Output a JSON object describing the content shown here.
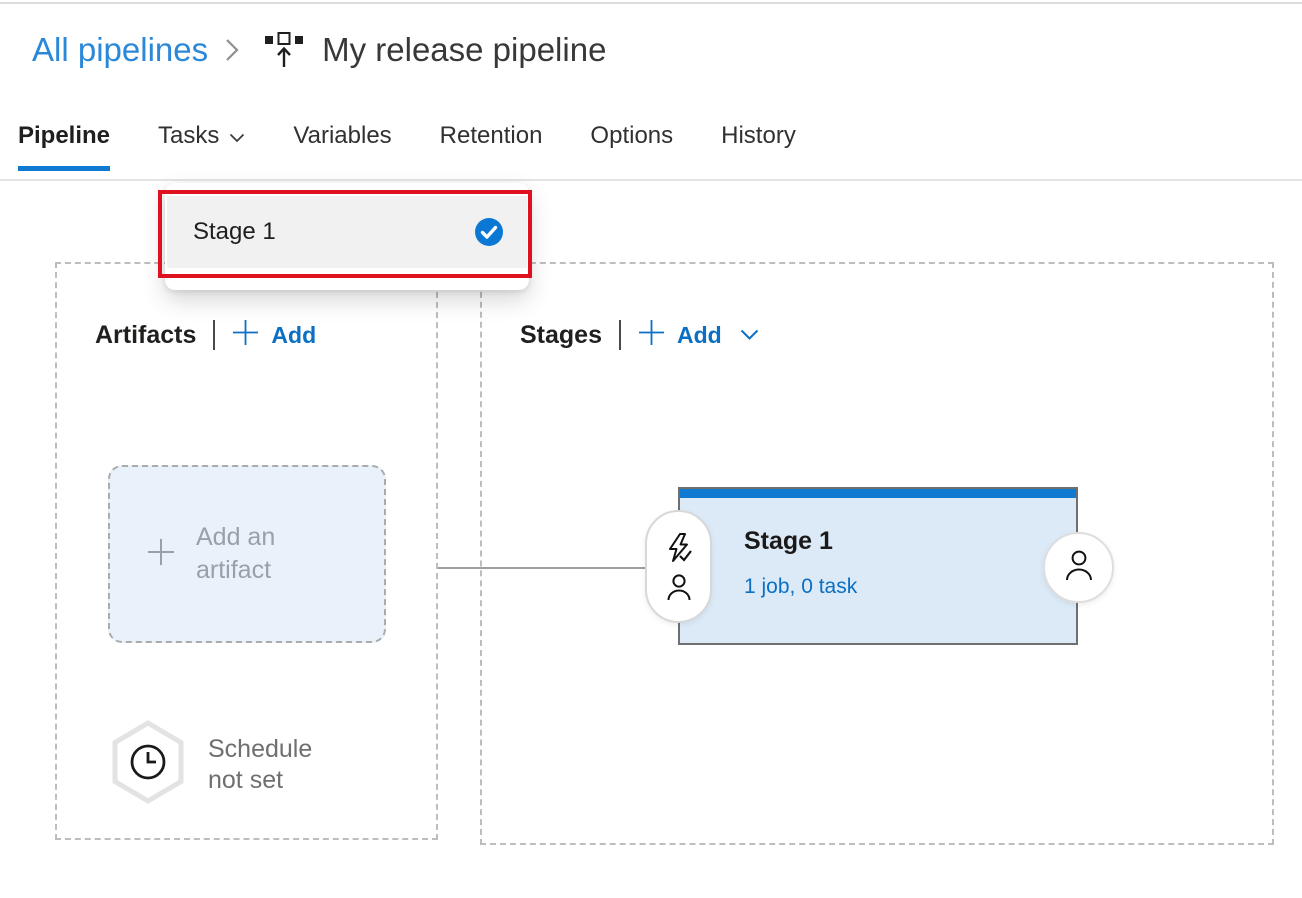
{
  "breadcrumb": {
    "parent": "All pipelines",
    "current": "My release pipeline"
  },
  "tabs": [
    {
      "label": "Pipeline",
      "active": true
    },
    {
      "label": "Tasks",
      "has_menu": true
    },
    {
      "label": "Variables"
    },
    {
      "label": "Retention"
    },
    {
      "label": "Options"
    },
    {
      "label": "History"
    }
  ],
  "tasks_menu": {
    "items": [
      {
        "label": "Stage 1",
        "selected": true
      }
    ]
  },
  "artifacts_panel": {
    "title": "Artifacts",
    "add_label": "Add",
    "add_artifact_line1": "Add an",
    "add_artifact_line2": "artifact",
    "schedule_line1": "Schedule",
    "schedule_line2": "not set"
  },
  "stages_panel": {
    "title": "Stages",
    "add_label": "Add",
    "stage": {
      "name": "Stage 1",
      "summary": "1 job, 0 task"
    }
  },
  "colors": {
    "accent_blue": "#0f7ad1",
    "link_blue": "#2b88d8",
    "action_blue": "#0b6fc4",
    "annotation_red": "#e0111e",
    "stage_fill": "#dceaf8",
    "menu_row_gray": "#f2f1f1"
  }
}
